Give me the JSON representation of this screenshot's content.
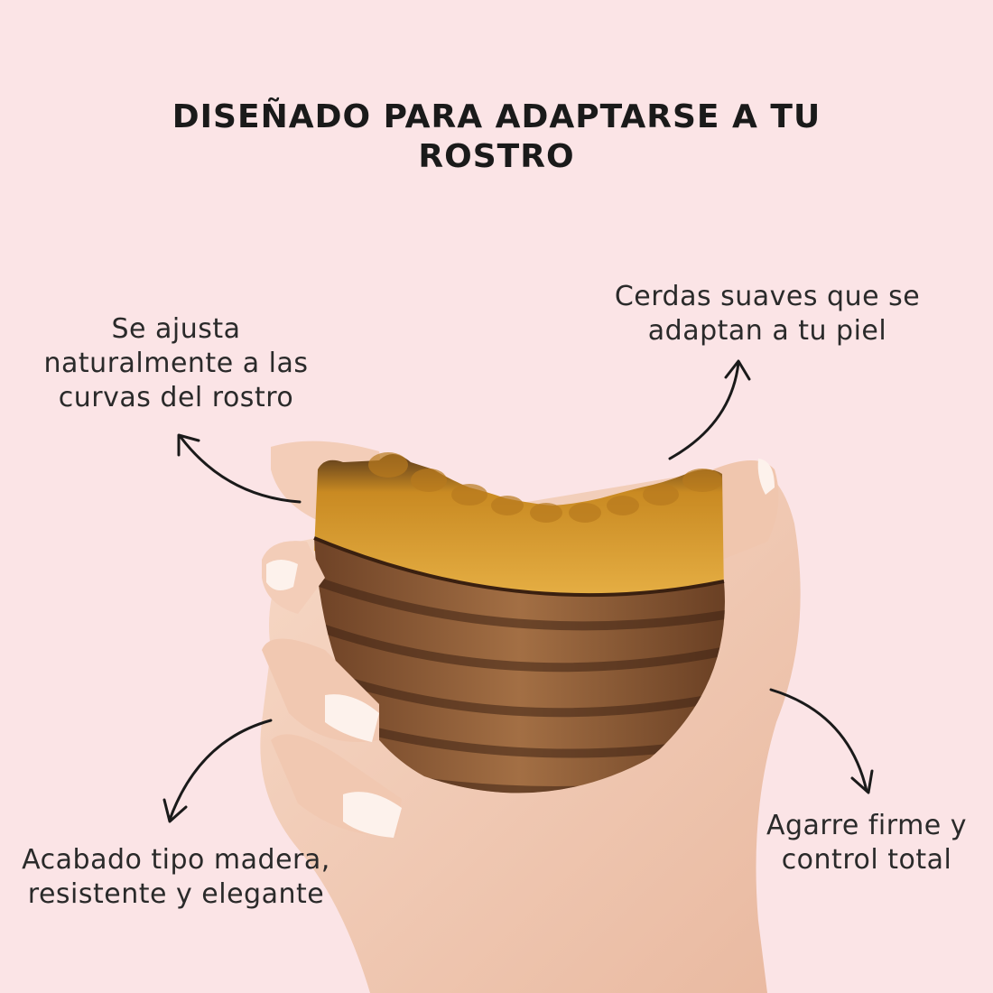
{
  "headline": {
    "line1": "DISEÑADO PARA ADAPTARSE A TU",
    "line2": "ROSTRO"
  },
  "features": {
    "top_left": {
      "line1": "Se ajusta",
      "line2": "naturalmente a las",
      "line3": "curvas del rostro"
    },
    "top_right": {
      "line1": "Cerdas suaves que se",
      "line2": "adaptan a tu piel"
    },
    "bottom_left": {
      "line1": "Acabado tipo madera,",
      "line2": "resistente y elegante"
    },
    "bottom_right": {
      "line1": "Agarre firme y",
      "line2": "control total"
    }
  },
  "icons": {
    "arrow": "curved-arrow-icon"
  },
  "colors": {
    "background": "#fbe4e6",
    "text": "#1a1a1a",
    "skin": "#f2cdb8",
    "wood": "#8a5a36",
    "bristles": "#d9a02c"
  }
}
